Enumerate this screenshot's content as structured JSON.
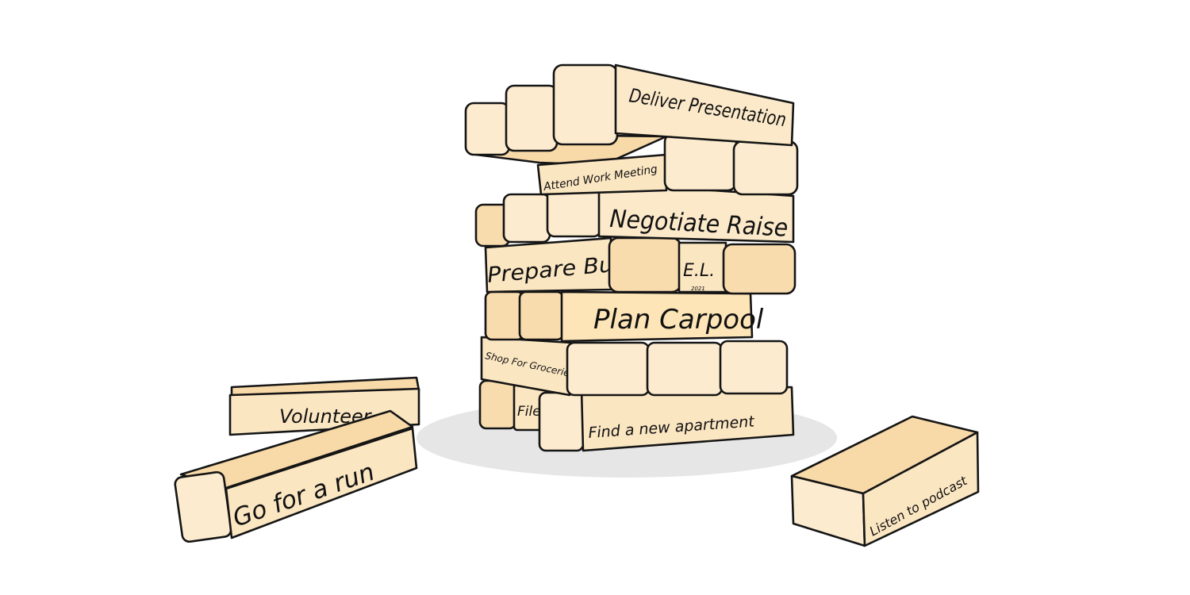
{
  "illustration": {
    "palette": {
      "block_face": "#fbe6c2",
      "block_end": "#fcebcf",
      "block_shade": "#f9dcae",
      "outline": "#151515",
      "shadow": "#e6e6e6"
    },
    "tower_blocks": [
      "Deliver Presentation",
      "Attend Work Meeting",
      "Negotiate Raise",
      "Prepare Budget",
      "Plan Carpool",
      "Shop For Groceries",
      "File",
      "Find a new apartment"
    ],
    "loose_blocks": [
      "Volunteer",
      "Go for a run",
      "Listen to podcast"
    ],
    "signature": {
      "initials": "E.L.",
      "year": "2021"
    }
  }
}
